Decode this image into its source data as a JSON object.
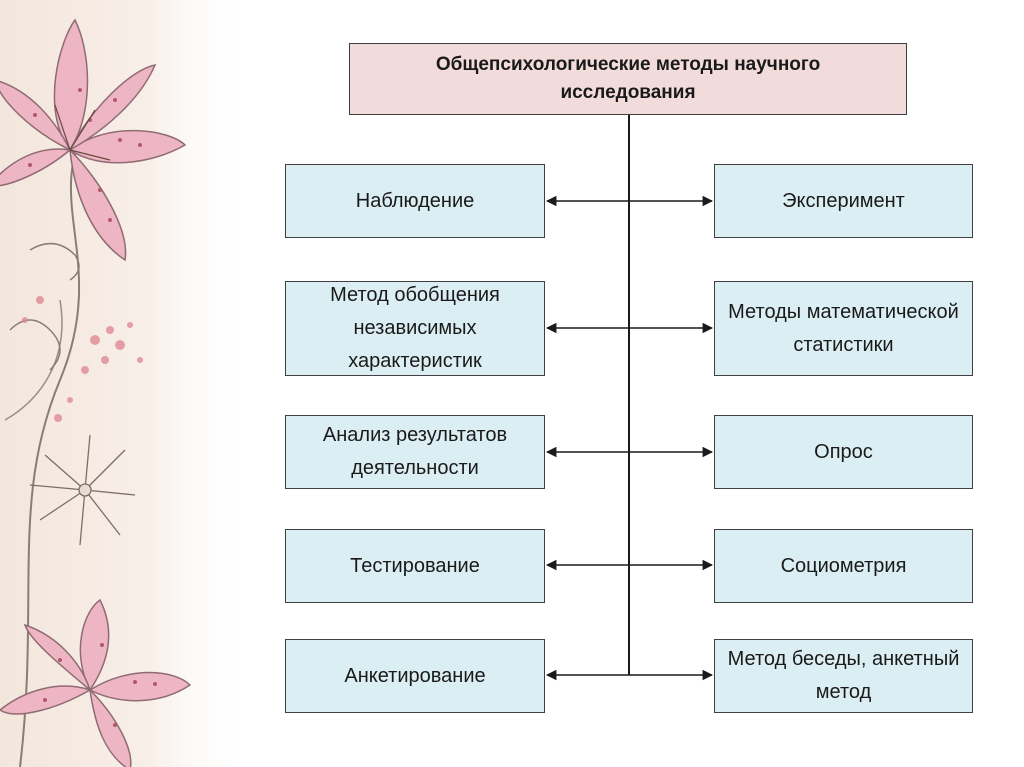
{
  "title": "Общепсихологические методы научного исследования",
  "left_methods": [
    "Наблюдение",
    "Метод обобщения независимых характеристик",
    "Анализ результатов деятельности",
    "Тестирование",
    "Анкетирование"
  ],
  "right_methods": [
    "Эксперимент",
    "Методы математической статистики",
    "Опрос",
    "Социометрия",
    "Метод беседы, анкетный метод"
  ],
  "colors": {
    "title_fill": "#f2dcdb",
    "box_fill": "#dbeef3",
    "border": "#404040",
    "flower_pink": "#e8a6b8"
  },
  "icons": [
    "lily-flower-icon",
    "dandelion-icon"
  ]
}
